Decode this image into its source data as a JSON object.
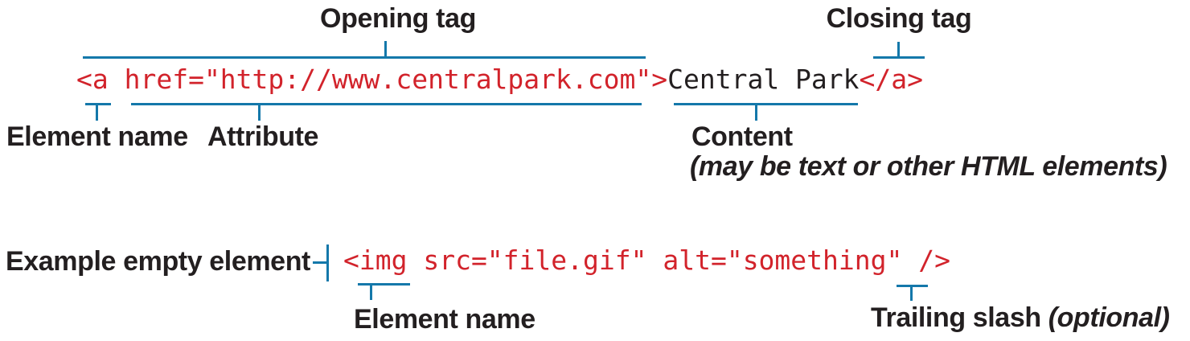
{
  "colors": {
    "code_red": "#d2232b",
    "line_blue": "#1478aa",
    "text_black": "#231f20",
    "background": "#ffffff"
  },
  "anchor_example": {
    "opening_tag_label": "Opening tag",
    "closing_tag_label": "Closing tag",
    "code": {
      "opening_tag": "<a href=\"http://www.centralpark.com\">",
      "content": "Central Park",
      "closing_tag": "</a>"
    },
    "element_name_label": "Element name",
    "attribute_label": "Attribute",
    "content_label": "Content",
    "content_note": "(may be text or other HTML elements)"
  },
  "empty_element_example": {
    "intro_label": "Example empty element",
    "code": "<img src=\"file.gif\" alt=\"something\" />",
    "element_name_label": "Element name",
    "trailing_slash_label": "Trailing slash ",
    "trailing_slash_note": "(optional)"
  }
}
